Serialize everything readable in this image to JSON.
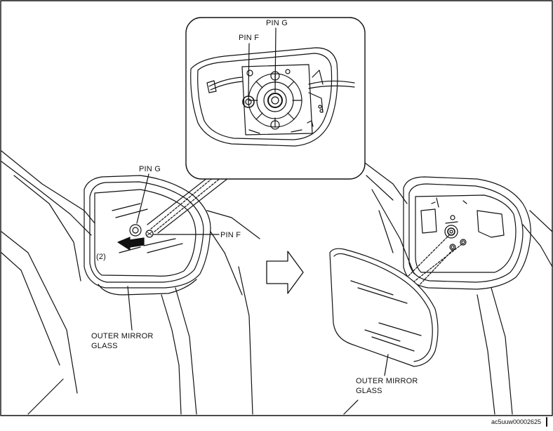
{
  "labels": {
    "inset_pin_g": "PIN G",
    "inset_pin_f": "PIN F",
    "left_pin_g": "PIN G",
    "left_pin_f": "PIN F",
    "step_number": "(2)",
    "left_glass_line1": "OUTER MIRROR",
    "left_glass_line2": "GLASS",
    "right_glass_line1": "OUTER MIRROR",
    "right_glass_line2": "GLASS"
  },
  "figure_code": "ac5uuw00002625",
  "colors": {
    "line": "#111111",
    "background": "#ffffff"
  }
}
